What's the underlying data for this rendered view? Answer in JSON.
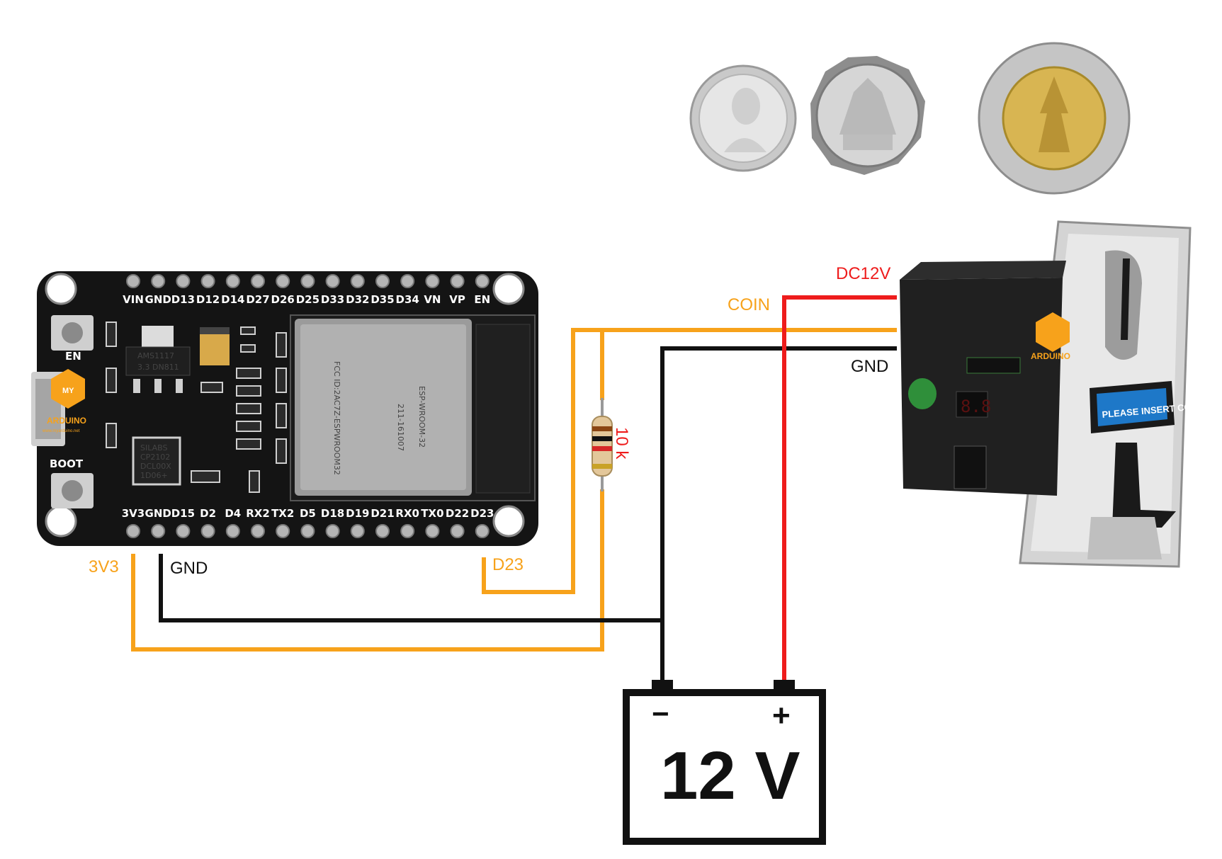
{
  "esp32": {
    "top_pins": [
      "VIN",
      "GND",
      "D13",
      "D12",
      "D14",
      "D27",
      "D26",
      "D25",
      "D33",
      "D32",
      "D35",
      "D34",
      "VN",
      "VP",
      "EN"
    ],
    "bottom_pins": [
      "3V3",
      "GND",
      "D15",
      "D2",
      "D4",
      "RX2",
      "TX2",
      "D5",
      "D18",
      "D19",
      "D21",
      "RX0",
      "TX0",
      "D22",
      "D23"
    ],
    "button_en": "EN",
    "button_boot": "BOOT",
    "regulator_text": [
      "AMS1117",
      "3.3  DN811"
    ],
    "usb_chip_text": [
      "SILABS",
      "CP2102",
      "DCL00X",
      "1D06+"
    ],
    "module_text": [
      "ESP-WROOM-32",
      "FCC ID:2AC7Z-ESPWROOM32",
      "211-161007"
    ]
  },
  "logo": {
    "text_top": "MY",
    "text_main": "ARDUINO",
    "text_url": "www.myarduino.net"
  },
  "wire_labels": {
    "v3v3": "3V3",
    "gnd_esp": "GND",
    "d23": "D23",
    "dc12v": "DC12V",
    "coin": "COIN",
    "gnd_acceptor": "GND"
  },
  "resistor_label": "10 k",
  "battery": {
    "minus": "−",
    "plus": "+",
    "voltage": "12 V"
  },
  "coin_acceptor": {
    "sign": "PLEASE INSERT COIN",
    "display": "8.8"
  },
  "colors": {
    "orange_wire": "#f7a21b",
    "red_wire": "#ee1c1c",
    "black_wire": "#111111",
    "board": "#141414"
  }
}
